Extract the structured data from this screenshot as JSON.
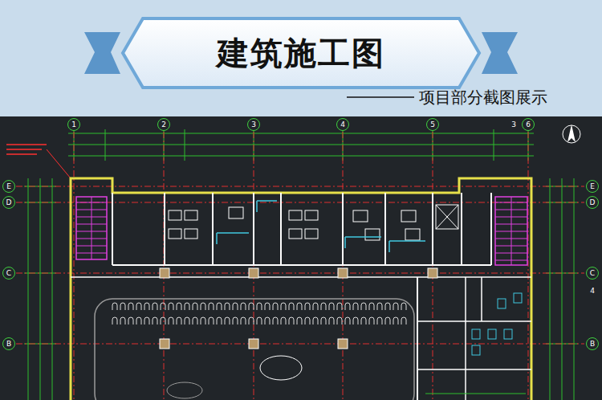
{
  "diagram": {
    "caption": "项目部分截图展示",
    "nodes": [
      {
        "text": [
          "建筑施工图"
        ]
      },
      {
        "text": [
          "1"
        ]
      },
      {
        "text": [
          "2"
        ]
      },
      {
        "text": [
          "3"
        ]
      },
      {
        "text": [
          "4"
        ]
      },
      {
        "text": [
          "5"
        ]
      },
      {
        "text": [
          "6"
        ]
      },
      {
        "text": [
          "E"
        ]
      },
      {
        "text": [
          "D"
        ]
      },
      {
        "text": [
          "C"
        ]
      },
      {
        "text": [
          "B"
        ]
      },
      {
        "text": [
          "E"
        ]
      },
      {
        "text": [
          "D"
        ]
      },
      {
        "text": [
          "C"
        ]
      },
      {
        "text": [
          "B"
        ]
      }
    ],
    "labels": [
      "3",
      "4"
    ]
  }
}
